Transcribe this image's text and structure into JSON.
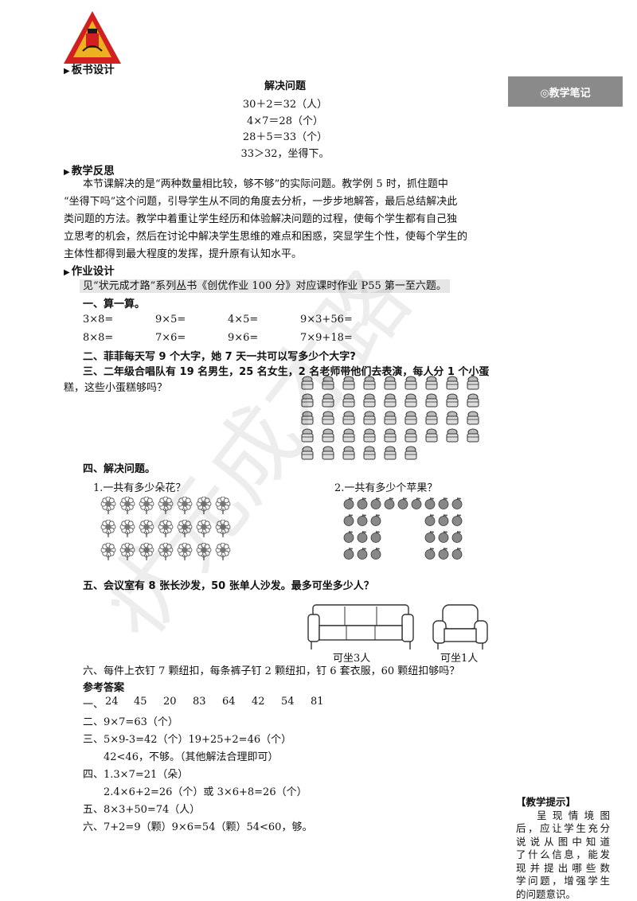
{
  "header": {
    "logo_icon": "red-triangle-logo-icon",
    "notes_label": "◎教学笔记"
  },
  "board_design": {
    "heading": "板书设计",
    "title": "解决问题",
    "lines": [
      "30＋2＝32（人）",
      "4×7＝28（个）",
      "28＋5＝33（个）",
      "33＞32，坐得下。"
    ]
  },
  "reflection": {
    "heading": "教学反思",
    "lines": [
      "本节课解决的是“两种数量相比较，够不够”的实际问题。教学例 5 时，抓住题中",
      "“坐得下吗”这个问题，引导学生从不同的角度去分析，一步步地解答，最后总结解决此",
      "类问题的方法。教学中着重让学生经历和体验解决问题的过程，使每个学生都有自己独",
      "立思考的机会，然后在讨论中解决学生思维的难点和困惑，突显学生个性，使每个学生的",
      "主体性都得到最大程度的发挥，提升原有认知水平。"
    ]
  },
  "homework": {
    "heading": "作业设计",
    "reference": "见“状元成才路”系列丛书《创优作业 100 分》对应课时作业 P55 第一至六题。",
    "q1_title": "一、算一算。",
    "q1_rows": [
      [
        "3×8=",
        "9×5=",
        "4×5=",
        "9×3+56="
      ],
      [
        "8×8=",
        "7×6=",
        "9×6=",
        "7×9+18="
      ]
    ],
    "q2": "二、菲菲每天写 9 个大字，她 7 天一共可以写多少个大字?",
    "q3_line1": "三、二年级合唱队有 19 名男生，25 名女生，2 名老师带他们去表演，每人分 1 个小蛋",
    "q3_line2": "糕，这些小蛋糕够吗？",
    "q4_title": "四、解决问题。",
    "q4_sub1": "1.一共有多少朵花？",
    "q4_sub2": "2.一共有多少个苹果？",
    "q5": "五、会议室有 8 张长沙发，50 张单人沙发。最多可坐多少人？",
    "sofa_label1": "可坐3人",
    "sofa_label2": "可坐1人",
    "q6": "六、每件上衣钉 7 颗纽扣，每条裤子钉 2 颗纽扣，钉 6 套衣服，60 颗纽扣够吗？"
  },
  "answers": {
    "heading": "参考答案",
    "a1_label": "一、",
    "a1_values": [
      "24",
      "45",
      "20",
      "83",
      "64",
      "42",
      "54",
      "81"
    ],
    "lines": [
      "二、9×7=63（个）",
      "三、5×9-3=42（个）19+25+2=46（个）",
      "42<46，不够。（其他解法合理即可）",
      "四、1.3×7=21（朵）",
      "2.4×6+2=26（个）或 3×6+8=26（个）",
      "五、8×3+50=74（人）",
      "六、7+2=9（颗）9×6=54（颗）54<60，够。"
    ]
  },
  "tip": {
    "heading": "【教学提示】",
    "lines": [
      "呈现情境图",
      "后，应让学生充分",
      "说说从图中知道",
      "了什么信息，能发",
      "现并提出哪些数",
      "学问题，增强学生",
      "的问题意识。"
    ]
  },
  "watermark": "状元成才路",
  "colors": {
    "logo_red": "#d21f1f",
    "logo_yellow": "#f0c020",
    "notes_bg": "#8a8a8a",
    "highlight": "#e6e6e6"
  }
}
